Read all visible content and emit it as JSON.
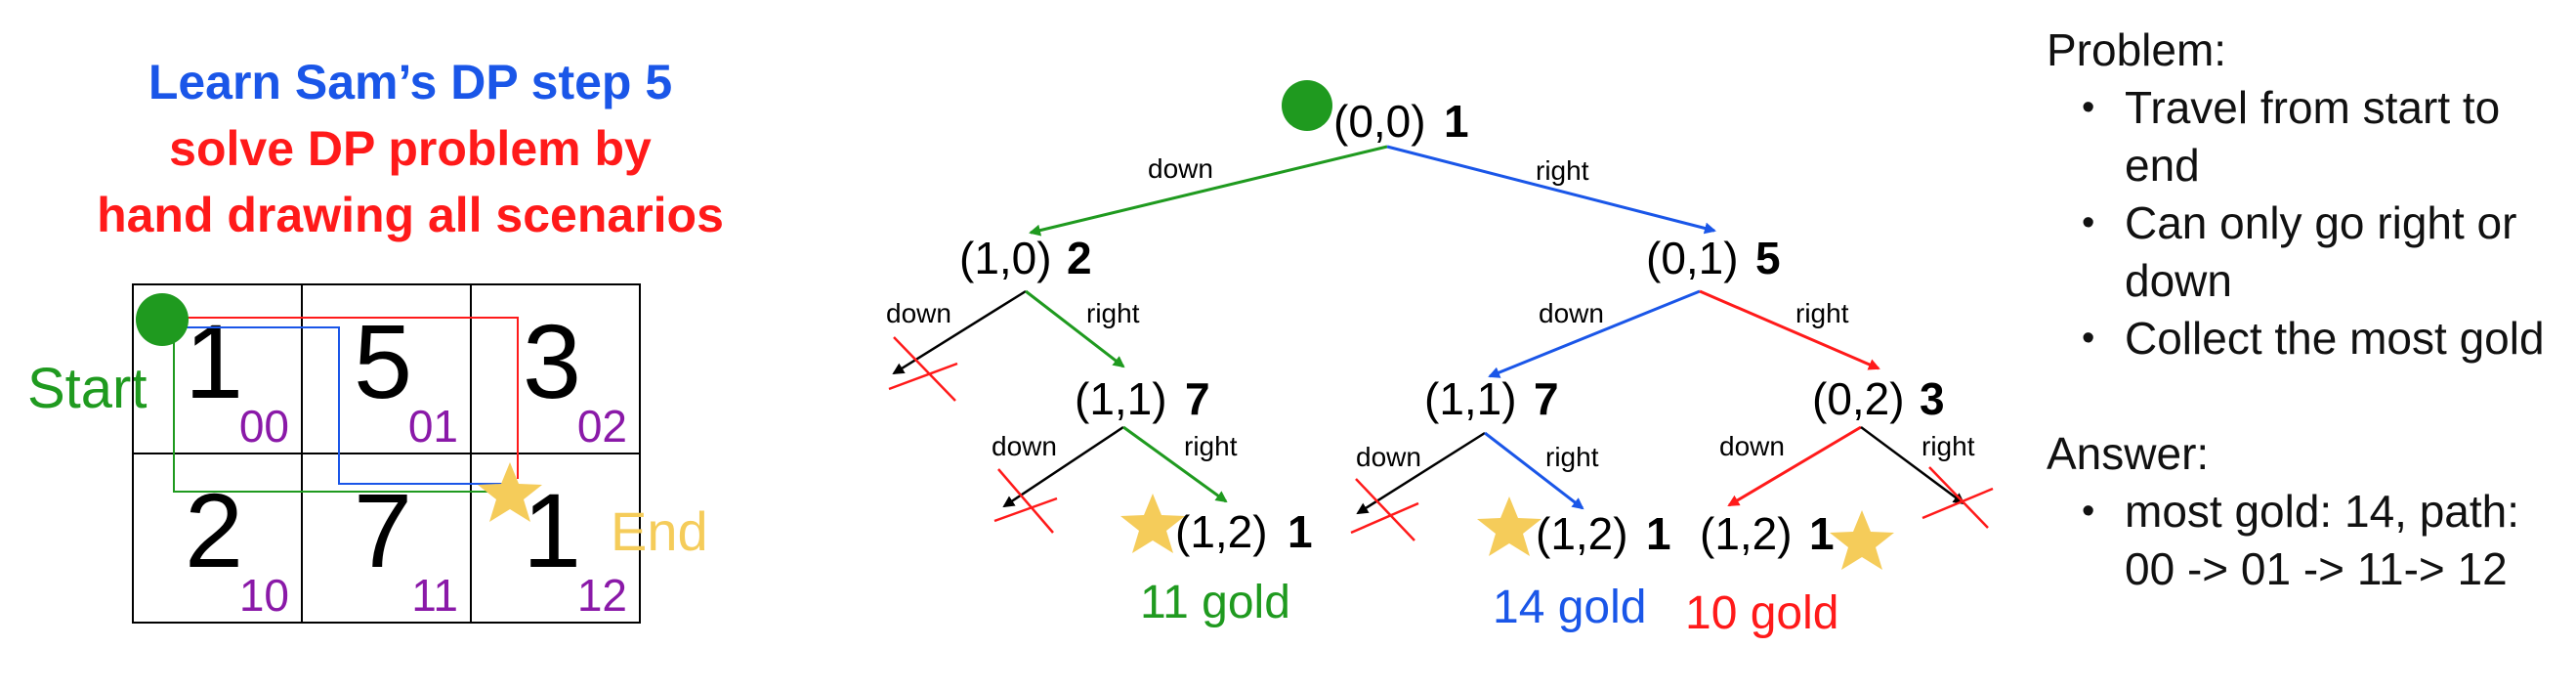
{
  "title": {
    "line1": "Learn Sam’s DP step 5",
    "line2": "solve DP problem by",
    "line3": "hand drawing all scenarios"
  },
  "grid": {
    "start_label": "Start",
    "end_label": "End",
    "cells": [
      {
        "value": "1",
        "index": "00"
      },
      {
        "value": "5",
        "index": "01"
      },
      {
        "value": "3",
        "index": "02"
      },
      {
        "value": "2",
        "index": "10"
      },
      {
        "value": "7",
        "index": "11"
      },
      {
        "value": "1",
        "index": "12"
      }
    ]
  },
  "tree": {
    "nodes": {
      "root": {
        "coord": "(0,0)",
        "gold": "1"
      },
      "n10": {
        "coord": "(1,0)",
        "gold": "2"
      },
      "n01": {
        "coord": "(0,1)",
        "gold": "5"
      },
      "n11a": {
        "coord": "(1,1)",
        "gold": "7"
      },
      "n11b": {
        "coord": "(1,1)",
        "gold": "7"
      },
      "n02": {
        "coord": "(0,2)",
        "gold": "3"
      },
      "n12a": {
        "coord": "(1,2)",
        "gold": "1"
      },
      "n12b": {
        "coord": "(1,2)",
        "gold": "1"
      },
      "n12c": {
        "coord": "(1,2)",
        "gold": "1"
      }
    },
    "edge_labels": {
      "down": "down",
      "right": "right"
    },
    "results": {
      "green": "11 gold",
      "blue": "14 gold",
      "red": "10 gold"
    }
  },
  "problem": {
    "heading": "Problem:",
    "items": [
      "Travel from start to end",
      "Can only go right or down",
      "Collect the most gold"
    ]
  },
  "answer": {
    "heading": "Answer:",
    "items": [
      "most gold: 14, path: 00 -> 01 -> 11-> 12"
    ]
  },
  "colors": {
    "green": "#1f9a1f",
    "blue": "#1a56e8",
    "red": "#ff1a1a",
    "gold": "#f5cc5a",
    "purple": "#8a19a8"
  }
}
